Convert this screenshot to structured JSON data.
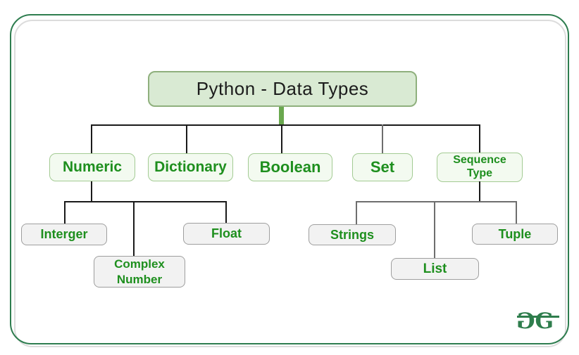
{
  "root": {
    "label": "Python - Data Types"
  },
  "categories": [
    {
      "label": "Numeric"
    },
    {
      "label": "Dictionary"
    },
    {
      "label": "Boolean"
    },
    {
      "label": "Set"
    },
    {
      "label": "Sequence Type"
    }
  ],
  "numeric_children": [
    {
      "label": "Interger"
    },
    {
      "label": "Complex Number"
    },
    {
      "label": "Float"
    }
  ],
  "sequence_children": [
    {
      "label": "Strings"
    },
    {
      "label": "List"
    },
    {
      "label": "Tuple"
    }
  ],
  "logo": {
    "g1": "G",
    "g2": "G"
  },
  "colors": {
    "frame_green": "#2e7d4f",
    "frame_gray": "#dcdcdc",
    "root_fill": "#d9ead3",
    "root_border": "#8fb07d",
    "category_fill": "#f3faf0",
    "category_border": "#a3cb93",
    "leaf_fill": "#f2f2f2",
    "leaf_border": "#9e9e9e",
    "node_text_green": "#1e8f1e",
    "stub_green": "#6aa84f",
    "connector_dark": "#1a1a1a",
    "connector_gray": "#6e6e6e",
    "logo_green": "#2e7d4c"
  }
}
